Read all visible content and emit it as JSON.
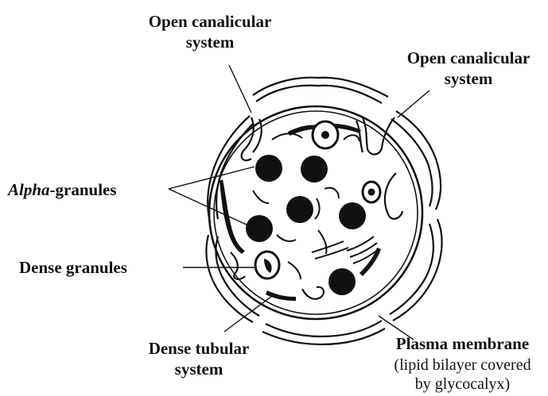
{
  "labels": {
    "ocs_left_line1": "Open canalicular",
    "ocs_left_line2": "system",
    "ocs_right_line1": "Open canalicular",
    "ocs_right_line2": "system",
    "alpha_italic": "Alpha",
    "alpha_rest": "-granules",
    "dense_granules": "Dense granules",
    "dts_line1": "Dense tubular",
    "dts_line2": "system",
    "plasma_line1": "Plasma membrane",
    "plasma_line2": "(lipid bilayer covered",
    "plasma_line3": "by glycocalyx)"
  },
  "colors": {
    "ink": "#111111",
    "background": "#ffffff"
  }
}
